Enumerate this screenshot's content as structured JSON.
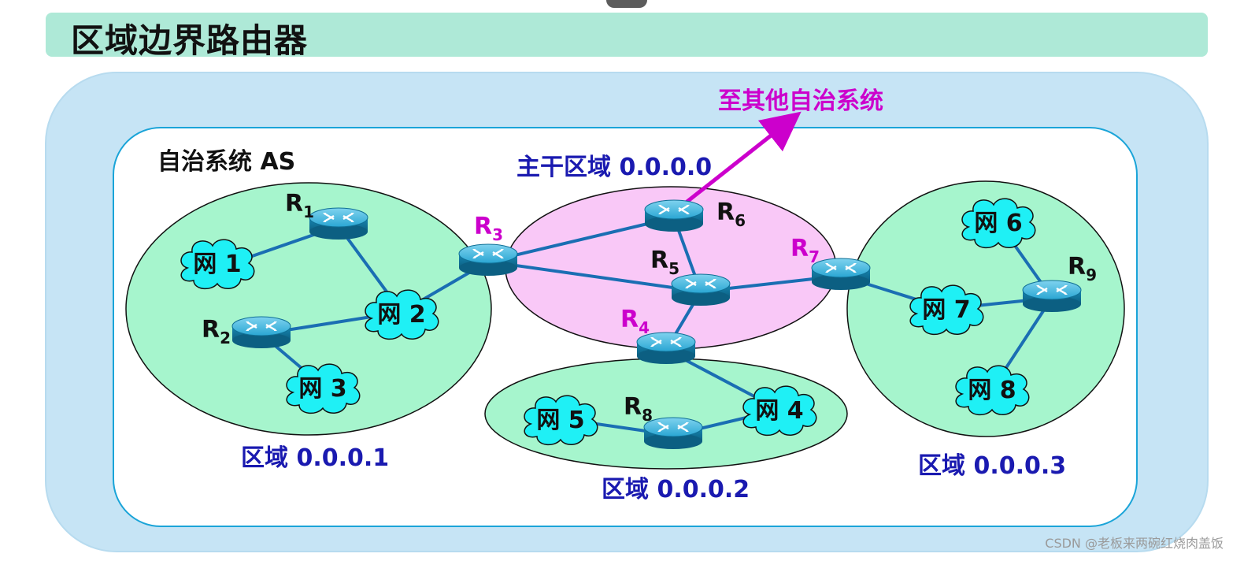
{
  "title": "区域边界路由器",
  "outside_label": "至其他自治系统",
  "as_label": "自治系统 AS",
  "backbone_label": "主干区域 0.0.0.0",
  "area1_label": "区域 0.0.0.1",
  "area2_label": "区域 0.0.0.2",
  "area3_label": "区域 0.0.0.3",
  "networks": {
    "net1": "网 1",
    "net2": "网 2",
    "net3": "网 3",
    "net4": "网 4",
    "net5": "网 5",
    "net6": "网 6",
    "net7": "网 7",
    "net8": "网 8"
  },
  "routers": {
    "r1": {
      "base": "R",
      "sub": "1"
    },
    "r2": {
      "base": "R",
      "sub": "2"
    },
    "r3": {
      "base": "R",
      "sub": "3"
    },
    "r4": {
      "base": "R",
      "sub": "4"
    },
    "r5": {
      "base": "R",
      "sub": "5"
    },
    "r6": {
      "base": "R",
      "sub": "6"
    },
    "r7": {
      "base": "R",
      "sub": "7"
    },
    "r8": {
      "base": "R",
      "sub": "8"
    },
    "r9": {
      "base": "R",
      "sub": "9"
    }
  },
  "colors": {
    "title_bg": "#aee9d7",
    "outer_panel": "#c6e4f5",
    "area_fill": "#a6f5cd",
    "backbone_fill": "#f9c8f7",
    "cloud_fill": "#1ff0f5",
    "router_body": "#1a96c4",
    "link": "#1a6eb3",
    "area_label": "#1a1ab0",
    "border_router_label": "#cc00cc",
    "arrow": "#cc00cc"
  },
  "watermark": "CSDN @老板来两碗红烧肉盖饭"
}
